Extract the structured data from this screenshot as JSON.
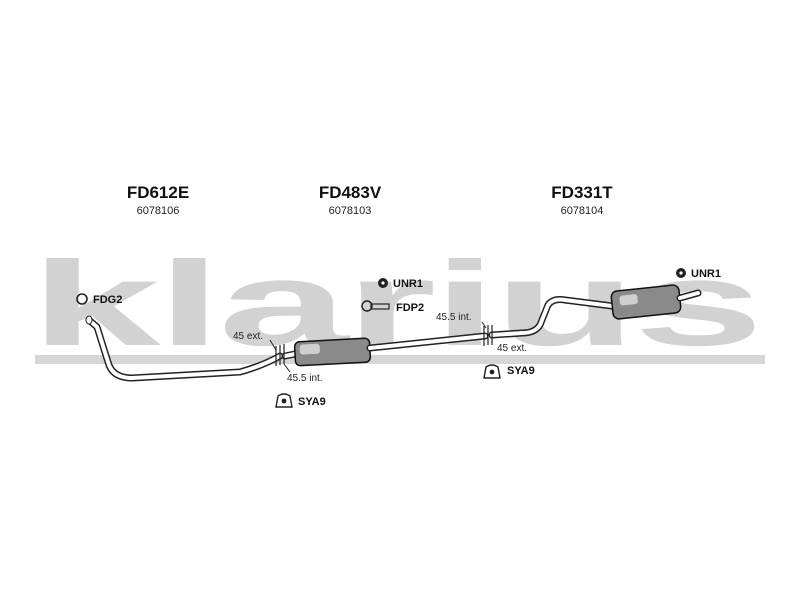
{
  "watermark": {
    "text": "klarius"
  },
  "sections": [
    {
      "code": "FD612E",
      "number": "6078106"
    },
    {
      "code": "FD483V",
      "number": "6078103"
    },
    {
      "code": "FD331T",
      "number": "6078104"
    }
  ],
  "parts": {
    "fdg2": "FDG2",
    "unr1_left": "UNR1",
    "fdp2": "FDP2",
    "unr1_right": "UNR1",
    "sya9_left": "SYA9",
    "sya9_right": "SYA9"
  },
  "dimensions": {
    "left_ext": "45 ext.",
    "left_int": "45.5 int.",
    "right_int": "45.5 int.",
    "right_ext": "45 ext."
  }
}
